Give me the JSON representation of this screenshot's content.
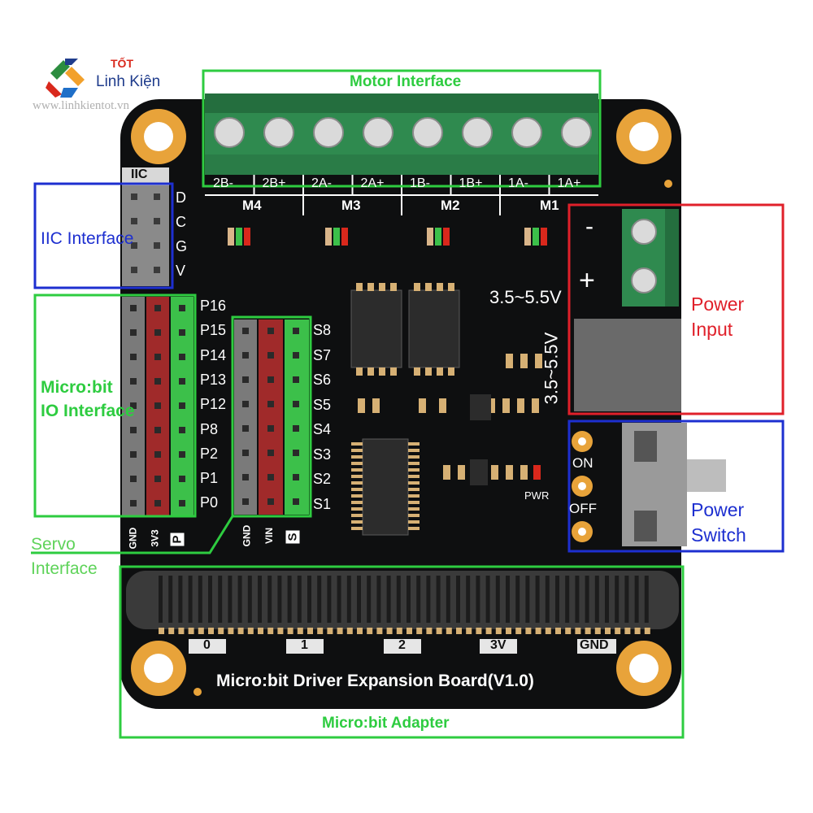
{
  "watermark": {
    "brand_top": "TỐT",
    "brand_name": "Linh Kiện",
    "url": "www.linhkientot.vn"
  },
  "callouts": {
    "motor_interface": "Motor Interface",
    "iic_interface": "IIC Interface",
    "microbit_io_line1": "Micro:bit",
    "microbit_io_line2": "IO Interface",
    "servo_line1": "Servo",
    "servo_line2": "Interface",
    "power_input_line1": "Power",
    "power_input_line2": "Input",
    "power_switch_line1": "Power",
    "power_switch_line2": "Switch",
    "microbit_adapter": "Micro:bit Adapter"
  },
  "board": {
    "title": "Micro:bit Driver Expansion Board(V1.0)",
    "motor_terminals": [
      "2B-",
      "2B+",
      "2A-",
      "2A+",
      "1B-",
      "1B+",
      "1A-",
      "1A+"
    ],
    "motor_groups": [
      "M4",
      "M3",
      "M2",
      "M1"
    ],
    "iic_header": "IIC",
    "iic_pins": [
      "D",
      "C",
      "G",
      "V"
    ],
    "io_pins": [
      "P16",
      "P15",
      "P14",
      "P13",
      "P12",
      "P8",
      "P2",
      "P1",
      "P0"
    ],
    "io_footer": [
      "GND",
      "3V3",
      "P"
    ],
    "servo_pins": [
      "S8",
      "S7",
      "S6",
      "S5",
      "S4",
      "S3",
      "S2",
      "S1"
    ],
    "servo_footer": [
      "GND",
      "VIN",
      "S"
    ],
    "voltage_h": "3.5~5.5V",
    "voltage_v": "3.5~5.5V",
    "terminal_minus": "-",
    "terminal_plus": "+",
    "switch_on": "ON",
    "switch_off": "OFF",
    "pwr": "PWR",
    "edge_labels": [
      "0",
      "1",
      "2",
      "3V",
      "GND"
    ]
  },
  "colors": {
    "pcb": "#0e0f10",
    "green_box": "#2ecc40",
    "blue_box": "#1d2fd0",
    "red_box": "#e0202a",
    "terminal_green": "#2f8a4f",
    "header_red": "#a02a2a",
    "header_green": "#3cc04a",
    "header_gray": "#7a7a7a",
    "gold": "#e8a33a"
  }
}
